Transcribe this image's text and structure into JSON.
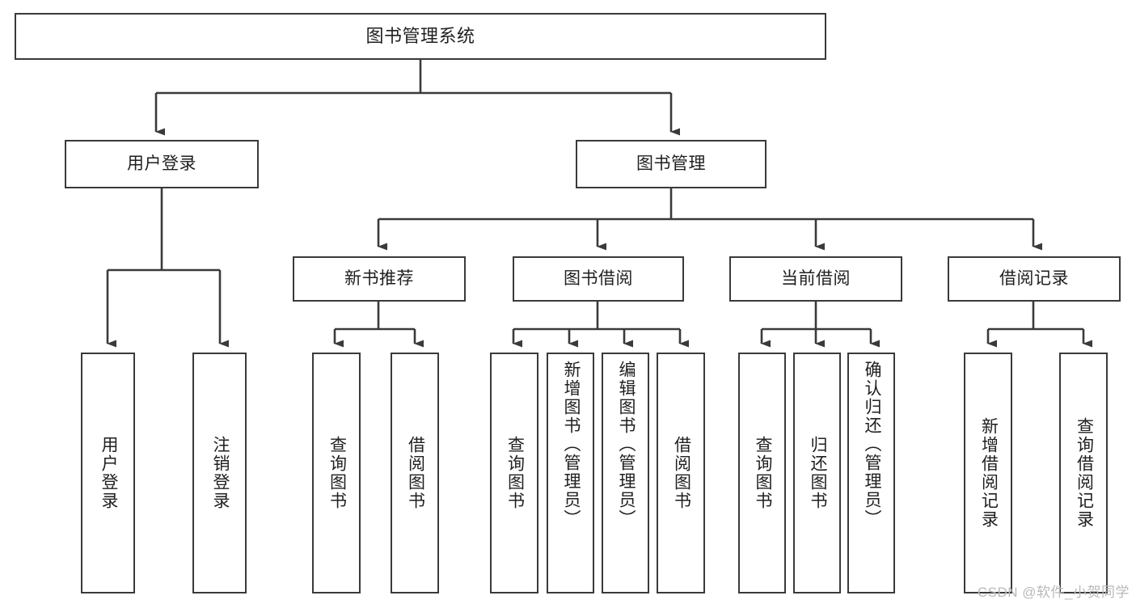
{
  "diagram": {
    "title": "图书管理系统",
    "watermark": "CSDN @软件_小贺同学",
    "stroke_color": "#3a3a3a",
    "background_color": "#ffffff",
    "text_color": "#1f1f1f",
    "watermark_color": "#b9b9b9"
  },
  "root": {
    "label": "图书管理系统"
  },
  "level2": [
    {
      "label": "用户登录"
    },
    {
      "label": "图书管理"
    }
  ],
  "level3": [
    {
      "label": "新书推荐"
    },
    {
      "label": "图书借阅"
    },
    {
      "label": "当前借阅"
    },
    {
      "label": "借阅记录"
    }
  ],
  "leaves": {
    "user_login": [
      {
        "label": "用户登录"
      },
      {
        "label": "注销登录"
      }
    ],
    "new_book": [
      {
        "label": "查询图书"
      },
      {
        "label": "借阅图书"
      }
    ],
    "book_borrow": [
      {
        "label": "查询图书"
      },
      {
        "label": "新增图书（管理员）"
      },
      {
        "label": "编辑图书（管理员）"
      },
      {
        "label": "借阅图书"
      }
    ],
    "current_borrow": [
      {
        "label": "查询图书"
      },
      {
        "label": "归还图书"
      },
      {
        "label": "确认归还（管理员）"
      }
    ],
    "borrow_record": [
      {
        "label": "新增借阅记录"
      },
      {
        "label": "查询借阅记录"
      }
    ]
  }
}
